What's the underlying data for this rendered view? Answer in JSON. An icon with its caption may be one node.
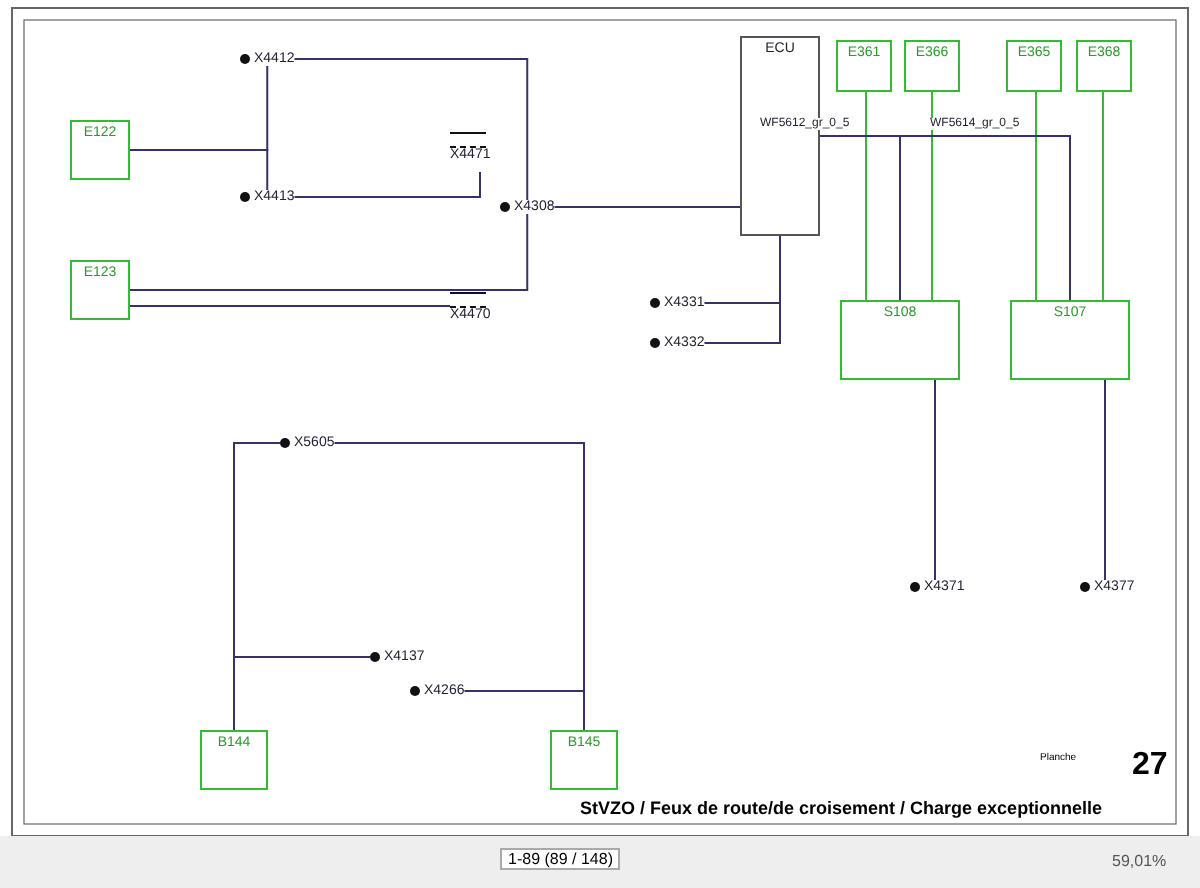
{
  "diagram": {
    "title": "StVZO / Feux de route/de croisement / Charge exceptionnelle",
    "nodes": [
      {
        "text": [
          "E122"
        ]
      },
      {
        "text": [
          "E123"
        ]
      },
      {
        "text": [
          "X4412"
        ]
      },
      {
        "text": [
          "X4413"
        ]
      },
      {
        "text": [
          "X4471"
        ]
      },
      {
        "text": [
          "X4470"
        ]
      },
      {
        "text": [
          "X4308"
        ]
      },
      {
        "text": [
          "ECU"
        ]
      },
      {
        "text": [
          "X4331"
        ]
      },
      {
        "text": [
          "X4332"
        ]
      },
      {
        "text": [
          "E361"
        ]
      },
      {
        "text": [
          "E366"
        ]
      },
      {
        "text": [
          "E365"
        ]
      },
      {
        "text": [
          "E368"
        ]
      },
      {
        "text": [
          "S108"
        ]
      },
      {
        "text": [
          "S107"
        ]
      },
      {
        "text": [
          "X4371"
        ]
      },
      {
        "text": [
          "X4377"
        ]
      },
      {
        "text": [
          "B144"
        ]
      },
      {
        "text": [
          "B145"
        ]
      },
      {
        "text": [
          "X4137"
        ]
      },
      {
        "text": [
          "X4266"
        ]
      },
      {
        "text": [
          "X5605"
        ]
      }
    ],
    "edges": [
      {
        "from": 0,
        "to": 2,
        "arrow": "none"
      },
      {
        "from": 0,
        "to": 3,
        "arrow": "none"
      },
      {
        "from": 2,
        "to": 6,
        "arrow": "none"
      },
      {
        "from": 3,
        "to": 4,
        "arrow": "none"
      },
      {
        "from": 1,
        "to": 6,
        "arrow": "none"
      },
      {
        "from": 1,
        "to": 5,
        "arrow": "none"
      },
      {
        "from": 6,
        "to": 7,
        "arrow": "none"
      },
      {
        "from": 8,
        "to": 7,
        "arrow": "none"
      },
      {
        "from": 9,
        "to": 7,
        "arrow": "none"
      },
      {
        "from": 10,
        "to": 14,
        "arrow": "none",
        "color": "#33bb33"
      },
      {
        "from": 11,
        "to": 14,
        "arrow": "none",
        "color": "#33bb33"
      },
      {
        "from": 12,
        "to": 15,
        "arrow": "none",
        "color": "#33bb33"
      },
      {
        "from": 13,
        "to": 15,
        "arrow": "none",
        "color": "#33bb33"
      },
      {
        "from": 7,
        "to": 14,
        "arrow": "none",
        "label": "WF5612_gr_0_5"
      },
      {
        "from": 7,
        "to": 15,
        "arrow": "none",
        "label": "WF5614_gr_0_5"
      },
      {
        "from": 14,
        "to": 16,
        "arrow": "none"
      },
      {
        "from": 15,
        "to": 17,
        "arrow": "none"
      },
      {
        "from": 22,
        "to": 18,
        "arrow": "none"
      },
      {
        "from": 22,
        "to": 19,
        "arrow": "none"
      },
      {
        "from": 20,
        "to": 18,
        "arrow": "none"
      },
      {
        "from": 21,
        "to": 19,
        "arrow": "none"
      }
    ],
    "labels": [
      "Planche",
      "27",
      "1-89 (89 / 148)",
      "59,01%"
    ]
  }
}
